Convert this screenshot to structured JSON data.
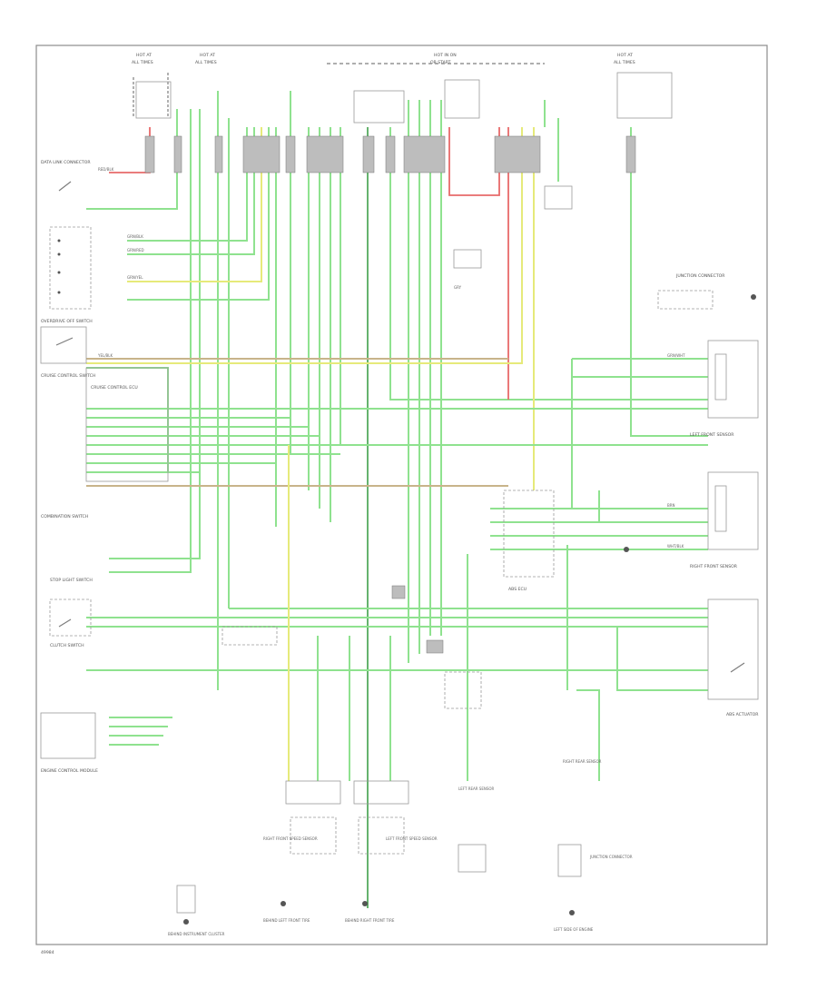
{
  "diagram": {
    "footer_code": "49984",
    "fuses_top": [
      {
        "header": "HOT AT",
        "state": "ALL TIMES"
      },
      {
        "header": "HOT AT",
        "state": "ALL TIMES"
      },
      {
        "header": "HOT IN ON",
        "state": "OR START"
      },
      {
        "header": "HOT AT",
        "state": "ALL TIMES"
      }
    ],
    "components_left": [
      "DATA LINK CONNECTOR",
      "OVERDRIVE OFF SWITCH",
      "CRUISE CONTROL SWITCH",
      "COMBINATION SWITCH",
      "CRUISE CONTROL ECU",
      "STOP LIGHT SWITCH",
      "CLUTCH SWITCH",
      "ENGINE CONTROL MODULE"
    ],
    "components_right": [
      "JUNCTION CONNECTOR",
      "LEFT FRONT SENSOR",
      "RIGHT FRONT SENSOR",
      "ABS ACTUATOR",
      "ABS ECU"
    ],
    "components_bottom": [
      "RIGHT FRONT SPEED SENSOR",
      "LEFT FRONT SPEED SENSOR",
      "LEFT REAR SENSOR",
      "RIGHT REAR SENSOR",
      "JUNCTION CONNECTOR"
    ],
    "ground_labels": [
      "BEHIND INSTRUMENT CLUSTER",
      "BEHIND LEFT FRONT TIRE",
      "BEHIND RIGHT FRONT TIRE",
      "LEFT SIDE OF ENGINE"
    ],
    "wire_colors": {
      "green": "#8fe28f",
      "dark_green": "#3fa04a",
      "yellow": "#e6ea7a",
      "red": "#e86a6a",
      "tan": "#c8b48a",
      "gray": "#7d7d7d"
    },
    "wire_labels": [
      "GRN/BLK",
      "GRN/RED",
      "GRN/YEL",
      "YEL/BLK",
      "RED/BLK",
      "GRN/WHT",
      "BRN",
      "WHT/BLK",
      "GRY"
    ]
  }
}
